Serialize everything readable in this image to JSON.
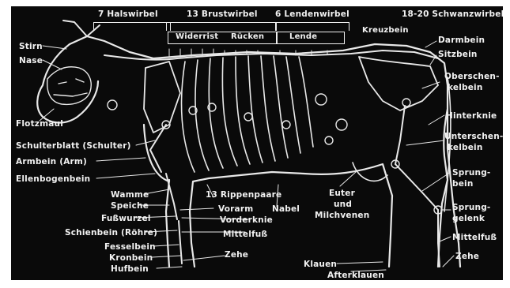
{
  "spine": {
    "hals": "7 Halswirbel",
    "brust": "13 Brustwirbel",
    "lenden": "6 Lendenwirbel",
    "schwanz": "18-20 Schwanzwirbel",
    "widerrist": "Widerrist",
    "ruecken": "Rücken",
    "lende": "Lende",
    "kreuzbein": "Kreuzbein"
  },
  "left_labels": {
    "stirn": "Stirn",
    "nase": "Nase",
    "fluemaul": "Flotzmaul",
    "schulterblatt": "Schulterblatt (Schulter)",
    "armbein": "Armbein (Arm)",
    "ellenbogenbein": "Ellenbogenbein"
  },
  "right_labels": {
    "darmbein": "Darmbein",
    "sitzbein": "Sitzbein",
    "oberschenkelbein_1": "Oberschen-",
    "oberschenkelbein_2": "kelbein",
    "hinterknie": "Hinterknie",
    "unterschenkelbein_1": "Unterschen-",
    "unterschenkelbein_2": "kelbein",
    "sprungbein_1": "Sprung-",
    "sprungbein_2": "bein",
    "sprunggelenk_1": "Sprung-",
    "sprunggelenk_2": "gelenk",
    "mittelfuss": "Mittelfuß",
    "zehe": "Zehe"
  },
  "bottom_labels": {
    "wamme": "Wamme",
    "speiche": "Speiche",
    "fusswurzel": "Fußwurzel",
    "schienbein": "Schienbein (Röhre)",
    "fesselbein": "Fesselbein",
    "kronbein": "Kronbein",
    "hufbein": "Hufbein",
    "rippenpaare": "13 Rippenpaare",
    "vorarm": "Vorarm",
    "vorderknie": "Vorderknie",
    "mittelfuss_vorn": "Mittelfuß",
    "zehe_vorn": "Zehe",
    "nabel": "Nabel",
    "euter_1": "Euter",
    "euter_2": "und",
    "euter_3": "Milchvenen",
    "klauen": "Klauen",
    "afterklauen": "Afterklauen"
  },
  "colors": {
    "background": "#0a0a0a",
    "ink": "#f2f2f2"
  }
}
